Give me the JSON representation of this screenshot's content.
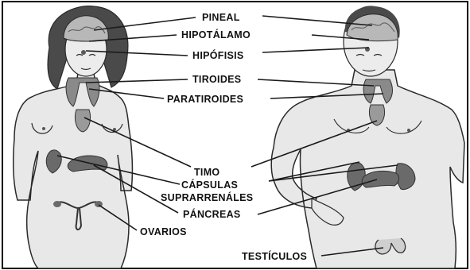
{
  "labels": {
    "pineal": "PINEAL",
    "hipotalamo": "HIPOTÁLAMO",
    "hipofisis": "HIPÓFISIS",
    "tiroides": "TIROIDES",
    "paratiroides": "PARATIROIDES",
    "timo": "TIMO",
    "capsulas": "CÁPSULAS",
    "suprarrenales": "SUPRARRENÁLES",
    "pancreas": "PÁNCREAS",
    "ovarios": "OVARIOS",
    "testiculos": "TESTÍCULOS"
  },
  "colors": {
    "skin": "#e8e8e8",
    "outline": "#2a2a2a",
    "organ": "#8a8a8a",
    "organ_dark": "#5a5a5a",
    "hair": "#4a4a4a",
    "brain": "#b8b8b8",
    "leader": "#1a1a1a"
  }
}
